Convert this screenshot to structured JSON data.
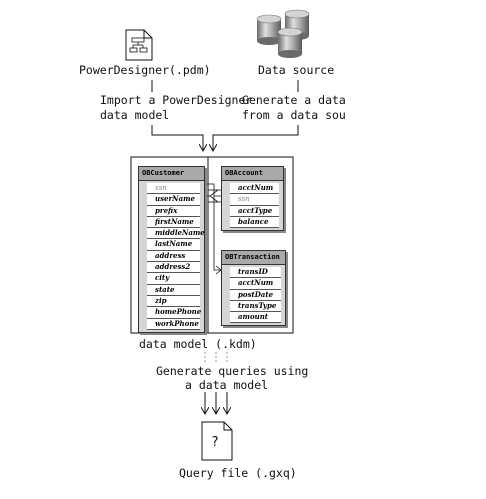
{
  "sources": {
    "pdm_label": "PowerDesigner(.pdm)",
    "datasource_label": "Data source",
    "import_text_line1": "Import a PowerDesigner",
    "import_text_line2": "data model",
    "generate_text_line1": "Generate a data",
    "generate_text_line2": "from a data sou"
  },
  "model": {
    "label": "data model (.kdm)",
    "tables": [
      {
        "name": "OBCustomer",
        "fields": [
          "ssn",
          "userName",
          "prefix",
          "firstName",
          "middleName",
          "lastName",
          "address",
          "address2",
          "city",
          "state",
          "zip",
          "homePhone",
          "workPhone"
        ],
        "dim_fields": [
          "ssn"
        ]
      },
      {
        "name": "OBAccount",
        "fields": [
          "acctNum",
          "ssn",
          "acctType",
          "balance"
        ],
        "dim_fields": [
          "ssn"
        ]
      },
      {
        "name": "OBTransaction",
        "fields": [
          "transID",
          "acctNum",
          "postDate",
          "transType",
          "amount"
        ],
        "dim_fields": []
      }
    ]
  },
  "queries": {
    "text_line1": "Generate queries using",
    "text_line2": "a data model"
  },
  "output": {
    "file_glyph": "?",
    "label": "Query file (.gxq)"
  }
}
